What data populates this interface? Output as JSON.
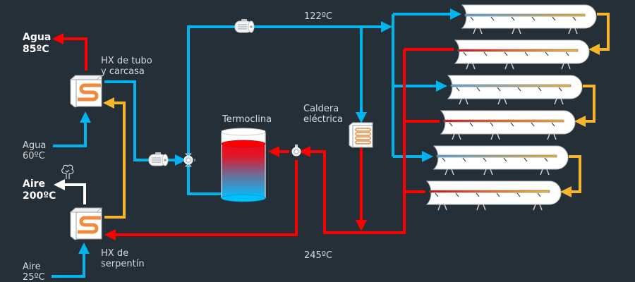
{
  "colors": {
    "background": "#242f38",
    "cold": "#00b4f0",
    "hot": "#ff0000",
    "intermediate": "#f7b52b",
    "air": "#ffffff",
    "coil": "#f08a3c"
  },
  "labels": {
    "water_out": {
      "line1": "Agua",
      "line2": "85ºC"
    },
    "water_in": {
      "line1": "Agua",
      "line2": "60ºC"
    },
    "air_out": {
      "line1": "Aire",
      "line2": "200ºC"
    },
    "air_in": {
      "line1": "Aire",
      "line2": "25ºC"
    },
    "hx_shell_tube": {
      "line1": "HX de tubo",
      "line2": "y carcasa"
    },
    "hx_coil": {
      "line1": "HX de",
      "line2": "serpentín"
    },
    "thermocline": "Termoclina",
    "electric_boiler": {
      "line1": "Caldera",
      "line2": "eléctrica"
    },
    "cold_temp": "122ºC",
    "hot_temp": "245ºC"
  },
  "components": {
    "heat_exchangers": [
      "HX de tubo y carcasa",
      "HX de serpentín"
    ],
    "pumps": 2,
    "valves": 2,
    "storage_tank": "Termoclina",
    "boiler": "Caldera eléctrica",
    "solar_collector_rows": 6,
    "collector_loops": 3
  },
  "icons": {
    "exhaust": "tree-icon",
    "pump": "pump-icon",
    "valve": "three-way-valve-icon",
    "hx": "heat-exchanger-icon",
    "collector": "parabolic-trough-icon"
  }
}
